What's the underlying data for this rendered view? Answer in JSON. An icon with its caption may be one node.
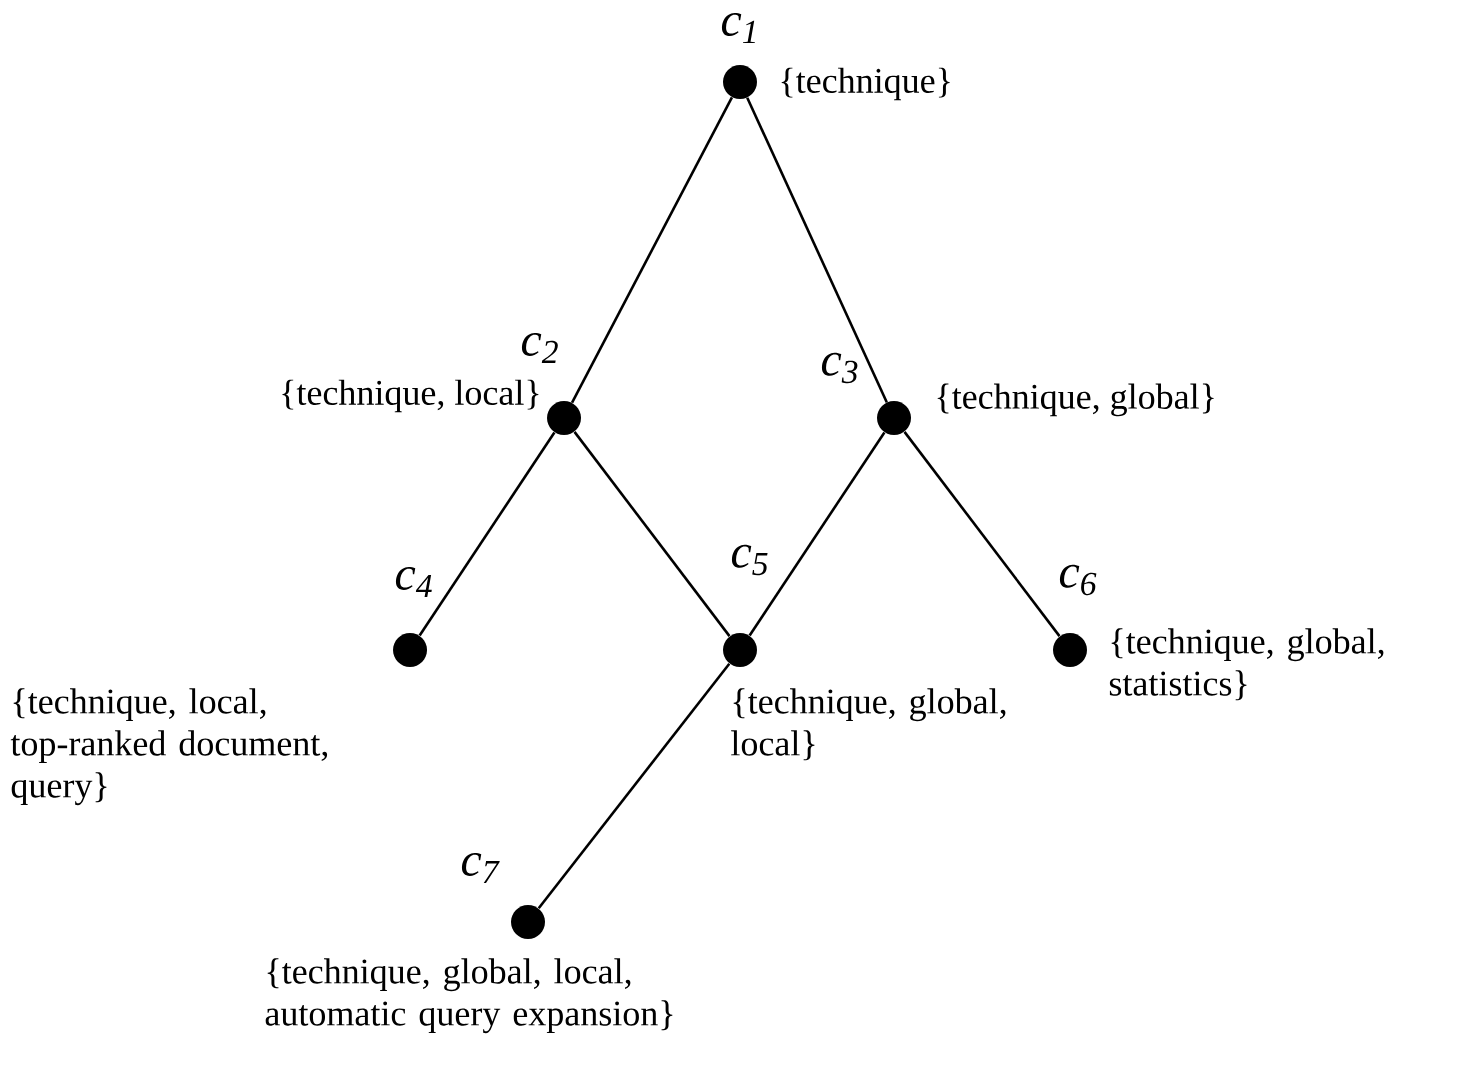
{
  "diagram": {
    "nodes": [
      {
        "text": [],
        "shape": "circle",
        "beside": [
          "c$_{1}$",
          "{technique}"
        ]
      },
      {
        "text": [],
        "shape": "circle",
        "beside": [
          "c$_{2}$",
          "{technique, local}"
        ]
      },
      {
        "text": [],
        "shape": "circle",
        "beside": [
          "c$_{3}$",
          "{technique, global}"
        ]
      },
      {
        "text": [],
        "shape": "circle",
        "beside": [
          "c$_{4}$",
          "{technique, local, top-ranked document, query}"
        ]
      },
      {
        "text": [],
        "shape": "circle",
        "beside": [
          "c$_{5}$",
          "{technique, global, local}"
        ]
      },
      {
        "text": [],
        "shape": "circle",
        "beside": [
          "c$_{6}$",
          "{technique, global, statistics}"
        ]
      },
      {
        "text": [],
        "shape": "circle",
        "beside": [
          "c$_{7}$",
          "{technique, global, local, automatic query expansion}"
        ]
      }
    ],
    "edges": [
      {
        "from": 0,
        "to": 1,
        "arrow": "none"
      },
      {
        "from": 0,
        "to": 2,
        "arrow": "none"
      },
      {
        "from": 1,
        "to": 3,
        "arrow": "none"
      },
      {
        "from": 1,
        "to": 4,
        "arrow": "none"
      },
      {
        "from": 2,
        "to": 4,
        "arrow": "none"
      },
      {
        "from": 2,
        "to": 5,
        "arrow": "none"
      },
      {
        "from": 4,
        "to": 6,
        "arrow": "none"
      }
    ]
  }
}
